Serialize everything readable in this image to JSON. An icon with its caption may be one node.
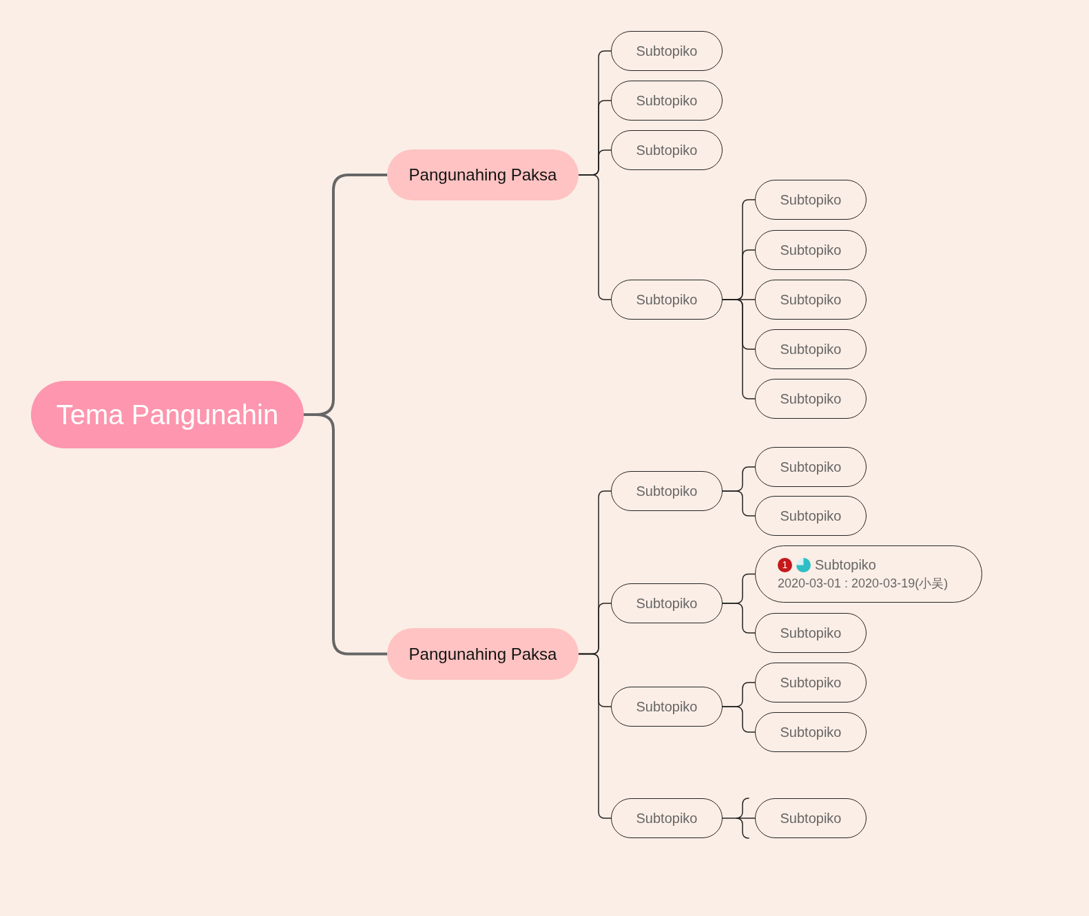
{
  "diagram": {
    "nodes": [
      {
        "text": [
          "Tema Pangunahin"
        ]
      },
      {
        "text": [
          "Pangunahing Paksa"
        ]
      },
      {
        "text": [
          "Subtopiko"
        ]
      },
      {
        "text": [
          "Subtopiko"
        ]
      },
      {
        "text": [
          "Subtopiko"
        ]
      },
      {
        "text": [
          "Subtopiko"
        ]
      },
      {
        "text": [
          "Subtopiko"
        ]
      },
      {
        "text": [
          "Subtopiko"
        ]
      },
      {
        "text": [
          "Subtopiko"
        ]
      },
      {
        "text": [
          "Subtopiko"
        ]
      },
      {
        "text": [
          "Subtopiko"
        ]
      },
      {
        "text": [
          "Pangunahing Paksa"
        ]
      },
      {
        "text": [
          "Subtopiko"
        ]
      },
      {
        "text": [
          "Subtopiko"
        ]
      },
      {
        "text": [
          "Subtopiko"
        ]
      },
      {
        "text": [
          "Subtopiko"
        ]
      },
      {
        "text": [
          "1",
          "Subtopiko",
          "2020-03-01 : 2020-03-19(小吴)"
        ]
      },
      {
        "text": [
          "Subtopiko"
        ]
      },
      {
        "text": [
          "Subtopiko"
        ]
      },
      {
        "text": [
          "Subtopiko"
        ]
      },
      {
        "text": [
          "Subtopiko"
        ]
      },
      {
        "text": [
          "Subtopiko"
        ]
      },
      {
        "text": [
          "Subtopiko"
        ]
      }
    ],
    "edges": [
      {
        "from": 0,
        "to": 1,
        "arrow": "none",
        "style": "thick",
        "color": "#666666"
      },
      {
        "from": 1,
        "to": 2,
        "arrow": "none"
      },
      {
        "from": 1,
        "to": 3,
        "arrow": "none"
      },
      {
        "from": 1,
        "to": 4,
        "arrow": "none"
      },
      {
        "from": 1,
        "to": 5,
        "arrow": "none"
      },
      {
        "from": 5,
        "to": 6,
        "arrow": "none"
      },
      {
        "from": 5,
        "to": 7,
        "arrow": "none"
      },
      {
        "from": 5,
        "to": 8,
        "arrow": "none"
      },
      {
        "from": 5,
        "to": 9,
        "arrow": "none"
      },
      {
        "from": 5,
        "to": 10,
        "arrow": "none"
      },
      {
        "from": 0,
        "to": 11,
        "arrow": "none",
        "style": "thick",
        "color": "#666666"
      },
      {
        "from": 11,
        "to": 12,
        "arrow": "none"
      },
      {
        "from": 12,
        "to": 13,
        "arrow": "none"
      },
      {
        "from": 12,
        "to": 14,
        "arrow": "none"
      },
      {
        "from": 11,
        "to": 15,
        "arrow": "none"
      },
      {
        "from": 15,
        "to": 16,
        "arrow": "none"
      },
      {
        "from": 15,
        "to": 17,
        "arrow": "none"
      },
      {
        "from": 11,
        "to": 18,
        "arrow": "none"
      },
      {
        "from": 18,
        "to": 19,
        "arrow": "none"
      },
      {
        "from": 18,
        "to": 20,
        "arrow": "none"
      },
      {
        "from": 11,
        "to": 21,
        "arrow": "none"
      },
      {
        "from": 21,
        "to": 22,
        "arrow": "none"
      }
    ]
  }
}
